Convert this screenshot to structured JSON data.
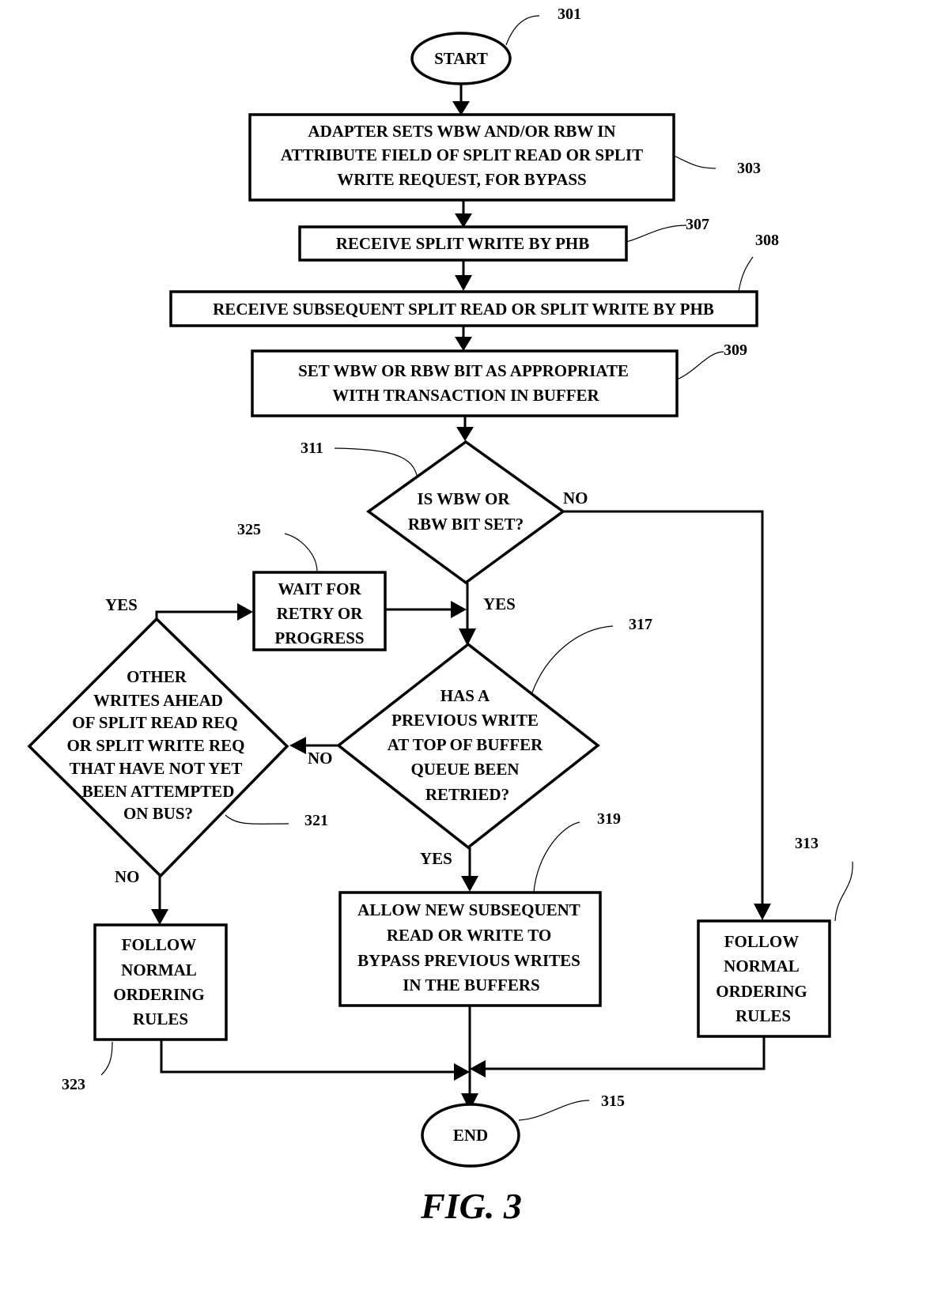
{
  "figure": {
    "title": "FIG. 3",
    "nodes": {
      "start": {
        "ref": "301",
        "type": "terminal",
        "lines": [
          "START"
        ]
      },
      "adapter_sets": {
        "ref": "303",
        "type": "process",
        "lines": [
          "ADAPTER SETS WBW AND/OR RBW IN",
          "ATTRIBUTE FIELD OF SPLIT READ OR SPLIT",
          "WRITE REQUEST,  FOR BYPASS"
        ]
      },
      "receive_split_write": {
        "ref": "307",
        "type": "process",
        "lines": [
          "RECEIVE SPLIT WRITE BY PHB"
        ]
      },
      "receive_subsequent": {
        "ref": "308",
        "type": "process",
        "lines": [
          "RECEIVE SUBSEQUENT SPLIT READ OR SPLIT WRITE BY PHB"
        ]
      },
      "set_bit": {
        "ref": "309",
        "type": "process",
        "lines": [
          "SET WBW OR RBW BIT AS APPROPRIATE",
          "WITH TRANSACTION IN BUFFER"
        ]
      },
      "is_bit_set": {
        "ref": "311",
        "type": "decision",
        "lines": [
          "IS WBW OR",
          "RBW BIT SET?"
        ]
      },
      "wait_for_retry": {
        "ref": "325",
        "type": "process",
        "lines": [
          "WAIT FOR",
          "RETRY OR",
          "PROGRESS"
        ]
      },
      "has_previous_write": {
        "ref": "317",
        "type": "decision",
        "lines": [
          "HAS A",
          "PREVIOUS WRITE",
          "AT TOP OF BUFFER",
          "QUEUE BEEN",
          "RETRIED?"
        ]
      },
      "other_writes_ahead": {
        "ref": "321",
        "type": "decision",
        "lines": [
          "OTHER",
          "WRITES AHEAD",
          "OF SPLIT READ REQ",
          "OR SPLIT WRITE REQ",
          "THAT HAVE NOT YET",
          "BEEN ATTEMPTED",
          "ON BUS?"
        ]
      },
      "allow_bypass": {
        "ref": "319",
        "type": "process",
        "lines": [
          "ALLOW NEW SUBSEQUENT",
          "READ OR WRITE TO",
          "BYPASS PREVIOUS WRITES",
          "IN THE BUFFERS"
        ]
      },
      "follow_normal_left": {
        "ref": "323",
        "type": "process",
        "lines": [
          "FOLLOW",
          "NORMAL",
          "ORDERING",
          "RULES"
        ]
      },
      "follow_normal_right": {
        "ref": "313",
        "type": "process",
        "lines": [
          "FOLLOW",
          "NORMAL",
          "ORDERING",
          "RULES"
        ]
      },
      "end": {
        "ref": "315",
        "type": "terminal",
        "lines": [
          "END"
        ]
      }
    },
    "edge_labels": {
      "is_bit_set_no": "NO",
      "is_bit_set_yes": "YES",
      "has_previous_no": "NO",
      "has_previous_yes": "YES",
      "other_writes_yes": "YES",
      "other_writes_no": "NO"
    }
  }
}
